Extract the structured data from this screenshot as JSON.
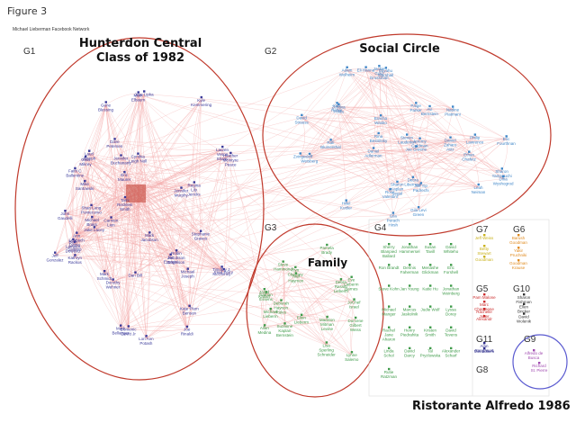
{
  "figure_label": "Figure 3",
  "subtitle": "Michael Lieberman Facebook Network",
  "caption": "Ristorante Alfredo 1986",
  "colors": {
    "g1": "#3a3a9a",
    "g2": "#3f86c8",
    "g3": "#3f9b4a",
    "g4": "#3f9b4a",
    "g5": "#cc2b2b",
    "g6": "#e08a1e",
    "g7": "#c9b21c",
    "g9": "#a04ab0",
    "g10": "#333333",
    "g11": "#2a2a8a",
    "edge": "#f3a9a9",
    "circle": "#c0392b",
    "circle_g9": "#5a5ad0",
    "box": "#dddddd"
  },
  "groups": [
    {
      "id": "G1",
      "title": "Hunterdon Central Class of 1982",
      "title_lines": [
        "Hunterdon Central",
        "Class of 1982"
      ]
    },
    {
      "id": "G2",
      "title": "Social Circle",
      "title_lines": [
        "Social Circle"
      ]
    },
    {
      "id": "G3",
      "title": "Family",
      "title_lines": [
        "Family"
      ]
    },
    {
      "id": "G4",
      "title": "",
      "title_lines": []
    },
    {
      "id": "G5",
      "title": "",
      "title_lines": []
    },
    {
      "id": "G6",
      "title": "",
      "title_lines": []
    },
    {
      "id": "G7",
      "title": "",
      "title_lines": []
    },
    {
      "id": "G8",
      "title": "",
      "title_lines": []
    },
    {
      "id": "G9",
      "title": "",
      "title_lines": []
    },
    {
      "id": "G10",
      "title": "",
      "title_lines": []
    },
    {
      "id": "G11",
      "title": "",
      "title_lines": []
    }
  ],
  "nodes": {
    "g1": [
      "John Gaudelli",
      "Robin Jacobson Engelson",
      "Beth Lambert Dowelitz",
      "Timothy J. McGivney",
      "Gina Mikrey",
      "Mark Bellanger",
      "Eric Maurer",
      "Shari Long Pontecorvo",
      "Jennifer Buchanany",
      "Faith C Ballentine",
      "Mark Jacobson",
      "Heather McIntyre Peace",
      "Michael Joseph",
      "Jennifer Murphy",
      "Kathryn Rackus",
      "Dave Petersen",
      "Joe Rinaldi",
      "Jake Lacey",
      "Mike Santowski",
      "Kate Plum Benson",
      "Mark Schmidt",
      "Fred Ferry",
      "Lori Ann Potash",
      "Michael Braks",
      "Laurl Joseph",
      "Jess Lipka",
      "Joe Epstein",
      "Carmen Lien",
      "Stephanie Graves",
      "Gene Blessing",
      "Regina Lily Jericks",
      "Lynne Salemo",
      "Jeff Gonzalez",
      "Ann Lehbach",
      "Dan Bill",
      "Cynthia Leigh Noll",
      "Domenic Devitt Jr",
      "Kyle Kemmering",
      "Lauren Vespe Shaay",
      "Mark Elbaum",
      "Tami Recklein Smith",
      "Dorothy Wehner"
    ],
    "g2": [
      "Jim Yip Padrechi",
      "Eli Hanna",
      "Gila Perach Hirsh",
      "Philip Lawrence",
      "Zehava Fulda",
      "Dina Wyshogrod",
      "Zvinger",
      "Yasi Rotter",
      "Leah Neiman",
      "Nadine Piatmani",
      "Daniel Zaharo Aviz",
      "Jackie Gold Grossman",
      "Adam Wolheim",
      "Gila Levi Green",
      "Joe Greene",
      "Jeremy Goldman",
      "David Strauss",
      "Avi Bernstein",
      "Rina Bestritsky",
      "Rose Valentini",
      "Ethan Chafetz",
      "Debra Liberman",
      "Paige Parker",
      "Steven Lauderkin",
      "Bracha Wasko",
      "Daniel Adlerman",
      "Rafi Blumenthal",
      "Eric Fourthnan",
      "Jeff Weisberg",
      "Hillel Kuttler",
      "Eliyahu Marshall",
      "Sharon Kaplan Segal",
      "Sharon Yamaguchi"
    ],
    "g3": [
      "Madison Mitman Levine",
      "Lisa Sperling Schneider",
      "Dorcene Gilbert Weiss",
      "Suzanne Kaplan Bernstein",
      "Nathan Essens",
      "Deborah Haynon Rules",
      "Lynne Salemo",
      "Ryn Cherney",
      "Eve Lieberm Barnes",
      "Allan Medina",
      "Debra Rassin Lieberm",
      "Michael Lieberm",
      "Pamela Brady",
      "Jared Katlan",
      "Steve Hammond",
      "Ellen Lieberm",
      "JoChef Israel",
      "Yael Haymon"
    ],
    "g4": [
      "Sherry Blanpied Ballard",
      "Jonathan Hammersel",
      "Susan Tavill",
      "David Whiteho",
      "Ron Brandt",
      "Dennis Faherman",
      "Menashe Glickman",
      "Eric Forshell",
      "Steve Kohn",
      "Jan Young",
      "Katie Hu",
      "Jonathan Weinberg",
      "Michael Manger",
      "Marcus Jaskolnik",
      "Judie Wolf",
      "Lyssa Dorey",
      "Rachel Jane Aharon",
      "Henry Piedrahita",
      "Kristen Smith",
      "David Tevens",
      "Linda Schol",
      "David Darcy",
      "Tal Pryzlowska",
      "Alexander Scharf",
      "Rutie Ratzman"
    ],
    "g5": [
      "Pam Malone",
      "Marc Chasteene",
      "Rachelle Joker",
      "Alexandr"
    ],
    "g6": [
      "Barush Goodman",
      "Yakir Pruchniki",
      "Goodman Krause"
    ],
    "g7": [
      "Jeff Weiss",
      "Betty Stewart",
      "Goodman"
    ],
    "g9": [
      "Alfredo de Busca",
      "Richard St. Pierre"
    ],
    "g10": [
      "Sharon Fishman",
      "Ellen Bricker",
      "David Wolenik"
    ],
    "g11": [
      "Alan Rappaport",
      "Menachem"
    ]
  }
}
